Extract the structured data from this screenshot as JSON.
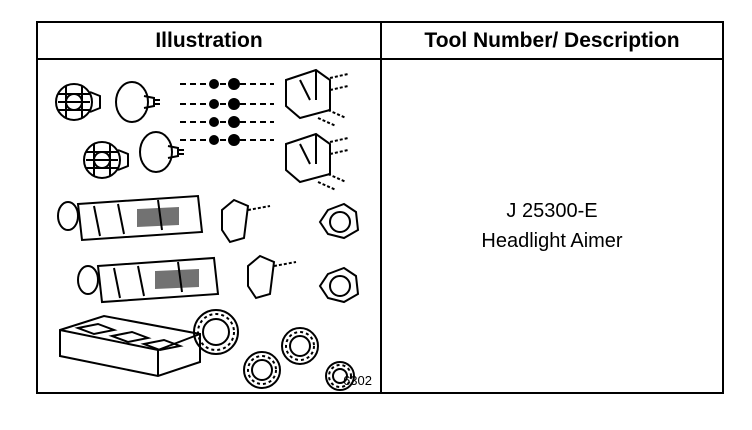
{
  "table": {
    "headers": {
      "illustration": "Illustration",
      "tool": "Tool Number/ Description"
    },
    "row": {
      "figure_number": "6302",
      "tool_number": "J 25300-E",
      "description": "Headlight Aimer"
    }
  },
  "icons": [
    "headlight-aimer-kit-illustration"
  ],
  "colors": {
    "ink": "#000000",
    "background": "#ffffff"
  }
}
